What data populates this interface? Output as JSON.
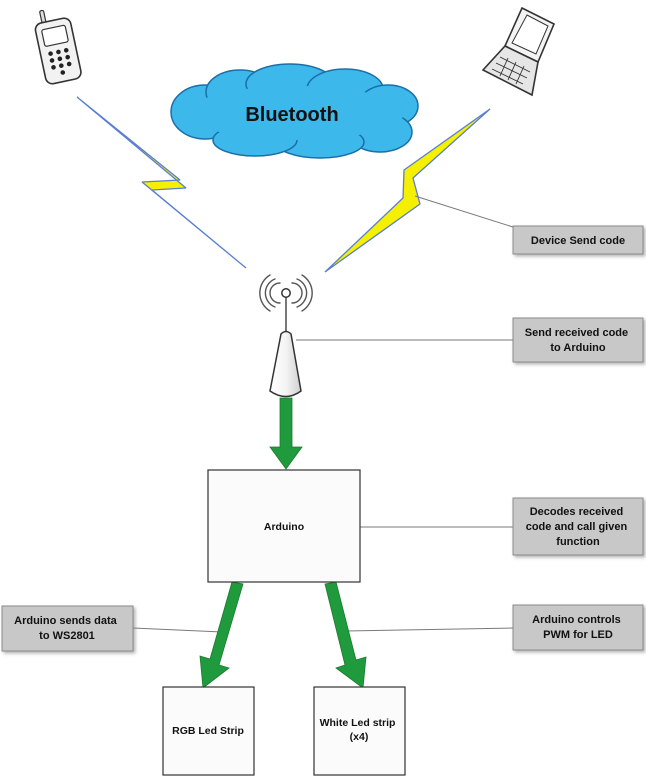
{
  "cloud": {
    "label": "Bluetooth"
  },
  "callouts": {
    "device_send": [
      "Device Send code"
    ],
    "send_received": [
      "Send received code",
      "to Arduino"
    ],
    "decodes": [
      "Decodes received",
      "code  and call given",
      "function"
    ],
    "sends_data": [
      "Arduino sends data",
      "to WS2801"
    ],
    "controls_pwm": [
      "Arduino controls",
      "PWM for LED"
    ]
  },
  "boxes": {
    "arduino": [
      "Arduino"
    ],
    "rgb_strip": [
      "RGB Led Strip"
    ],
    "white_strip": [
      "White Led strip",
      "(x4)"
    ]
  },
  "icons": {
    "phone": "mobile-phone-icon",
    "laptop": "laptop-icon",
    "antenna": "bluetooth-antenna-icon",
    "bolt": "lightning-bolt-icon"
  },
  "colors": {
    "cloud_fill": "#3cb8ea",
    "cloud_stroke": "#1b6ea8",
    "arrow_green": "#1f9a3c",
    "bolt_yellow": "#f5f000",
    "bolt_blue": "#5a7fd0",
    "callout_fill": "#c8c8c8",
    "box_stroke": "#333333"
  }
}
